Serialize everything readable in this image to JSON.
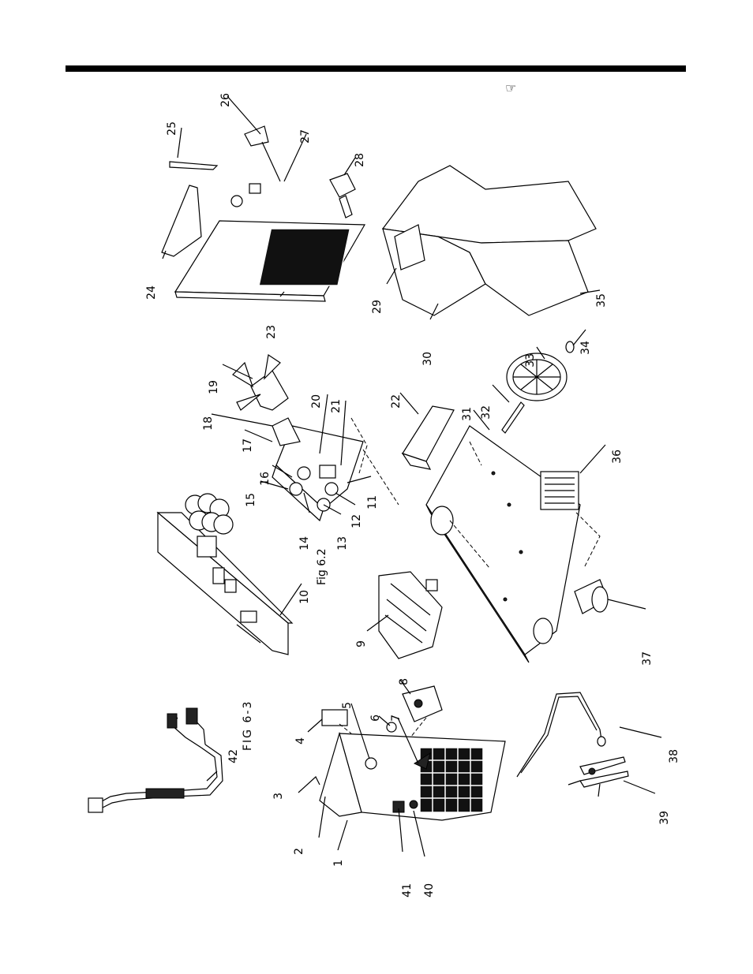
{
  "page": {
    "icons": [
      "hand-pointer-icon"
    ],
    "figure_refs": {
      "fig_6_2": "Fig 6.2",
      "fig_6_3": "FIG 6-3"
    }
  },
  "callouts": [
    "1",
    "2",
    "3",
    "4",
    "5",
    "6",
    "7",
    "8",
    "9",
    "10",
    "11",
    "12",
    "13",
    "14",
    "15",
    "16",
    "17",
    "18",
    "19",
    "20",
    "21",
    "22",
    "23",
    "24",
    "25",
    "26",
    "27",
    "28",
    "29",
    "30",
    "31",
    "32",
    "33",
    "34",
    "35",
    "36",
    "37",
    "38",
    "39",
    "40",
    "41",
    "42"
  ]
}
